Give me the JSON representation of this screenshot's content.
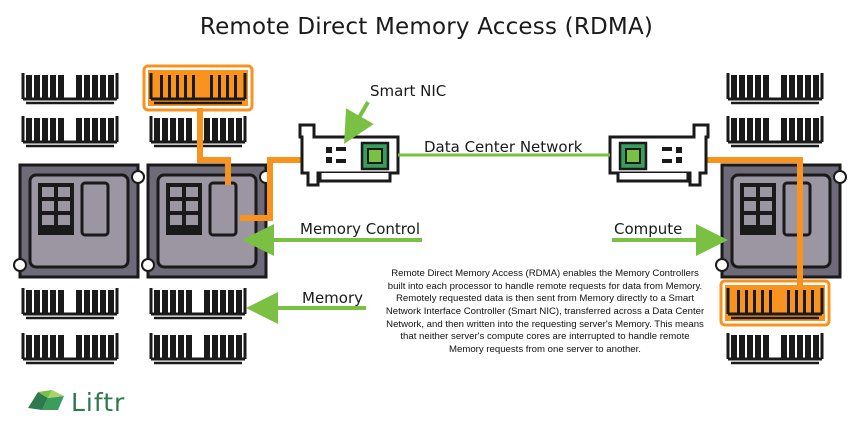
{
  "title": "Remote Direct Memory Access (RDMA)",
  "labels": {
    "smart_nic": "Smart NIC",
    "network": "Data Center Network",
    "memory_control": "Memory Control",
    "compute": "Compute",
    "memory": "Memory"
  },
  "description": "Remote Direct Memory Access (RDMA) enables the Memory Controllers built into each processor to handle remote requests for data from Memory. Remotely requested data is then sent from Memory directly to a Smart Network Interface Controller (Smart NIC), transferred across a Data Center Network, and then written into the requesting server's Memory. This means that neither server's compute cores are interrupted to handle remote Memory requests from one server to another.",
  "logo": {
    "text": "Liftr"
  },
  "colors": {
    "orange": "#f7931e",
    "green": "#7ac143",
    "dark": "#1a1a1a",
    "cpu_fill": "#9b96a2",
    "chip_green": "#3a9d5c"
  }
}
